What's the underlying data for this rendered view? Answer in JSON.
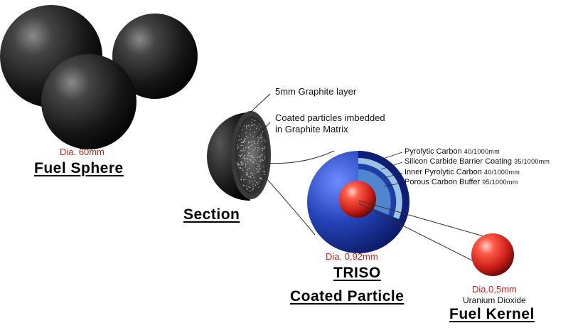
{
  "fuel_sphere": {
    "diameter": "Dia. 60mm",
    "title": "Fuel Sphere"
  },
  "section": {
    "title": "Section",
    "annotations": [
      "5mm Graphite layer",
      "Coated particles imbedded",
      "in Graphite Matrix"
    ]
  },
  "triso": {
    "diameter": "Dia. 0,92mm",
    "title_line1": "TRISO",
    "title_line2": "Coated Particle",
    "layers": [
      {
        "name": "Pyrolytic Carbon",
        "value": "40/1000mm"
      },
      {
        "name": "Silicon Carbide Barrier Coating",
        "value": "35/1000mm"
      },
      {
        "name": "Inner Pyrolytic Carbon",
        "value": "40/1000mm"
      },
      {
        "name": "Porous Carbon Buffer",
        "value": "95/1000mm"
      }
    ]
  },
  "kernel": {
    "diameter": "Dia.0,5mm",
    "material": "Uranium Dioxide",
    "title": "Fuel Kernel"
  },
  "colors": {
    "diameter_text": "#c0281e",
    "sphere": "#1a1a1a",
    "pyrolytic_carbon": "#1f3fa8",
    "silicon_carbide": "#7fb0d8",
    "kernel": "#d42a22"
  }
}
